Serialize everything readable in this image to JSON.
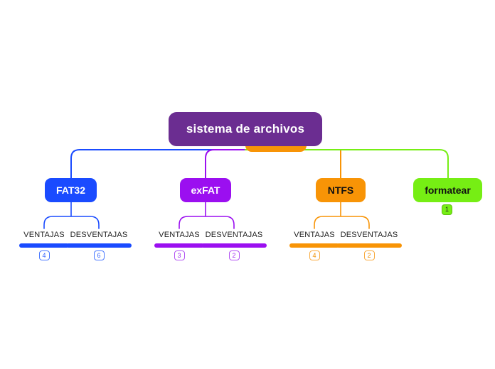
{
  "diagram": {
    "type": "mind-map",
    "title": "sistema de archivos",
    "background": "#ffffff",
    "root": {
      "label": "sistema de archivos",
      "color": "#6B2D91",
      "text_color": "#ffffff"
    },
    "hidden_node": {
      "label": "",
      "color": "#F89406",
      "note": "orange rounded node partially occluded behind root node"
    },
    "branches": [
      {
        "id": "fat32",
        "label": "FAT32",
        "color": "#1A4BFF",
        "text_color": "#ffffff",
        "children": [
          {
            "label": "VENTAJAS",
            "count": "4"
          },
          {
            "label": "DESVENTAJAS",
            "count": "6"
          }
        ]
      },
      {
        "id": "exfat",
        "label": "exFAT",
        "color": "#9B0FF0",
        "text_color": "#ffffff",
        "children": [
          {
            "label": "VENTAJAS",
            "count": "3"
          },
          {
            "label": "DESVENTAJAS",
            "count": "2"
          }
        ]
      },
      {
        "id": "ntfs",
        "label": "NTFS",
        "color": "#F89406",
        "text_color": "#111111",
        "children": [
          {
            "label": "VENTAJAS",
            "count": "4"
          },
          {
            "label": "DESVENTAJAS",
            "count": "2"
          }
        ]
      },
      {
        "id": "formatear",
        "label": "formatear",
        "color": "#76EE14",
        "text_color": "#111111",
        "badge": "1",
        "children": []
      }
    ]
  }
}
